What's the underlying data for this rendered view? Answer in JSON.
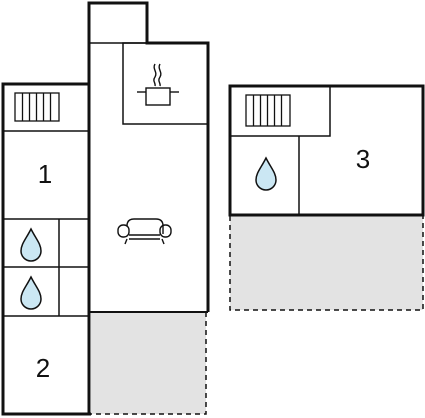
{
  "rooms": [
    {
      "id": "room-1",
      "label": "1"
    },
    {
      "id": "room-2",
      "label": "2"
    },
    {
      "id": "room-3",
      "label": "3"
    }
  ],
  "icons": {
    "radiator": "radiator-icon",
    "water": "water-drop-icon",
    "cooking": "cooking-pot-icon",
    "sofa": "sofa-icon"
  },
  "colors": {
    "wall": "#111111",
    "outdoor_area": "#e3e3e3",
    "background": "#ffffff"
  }
}
